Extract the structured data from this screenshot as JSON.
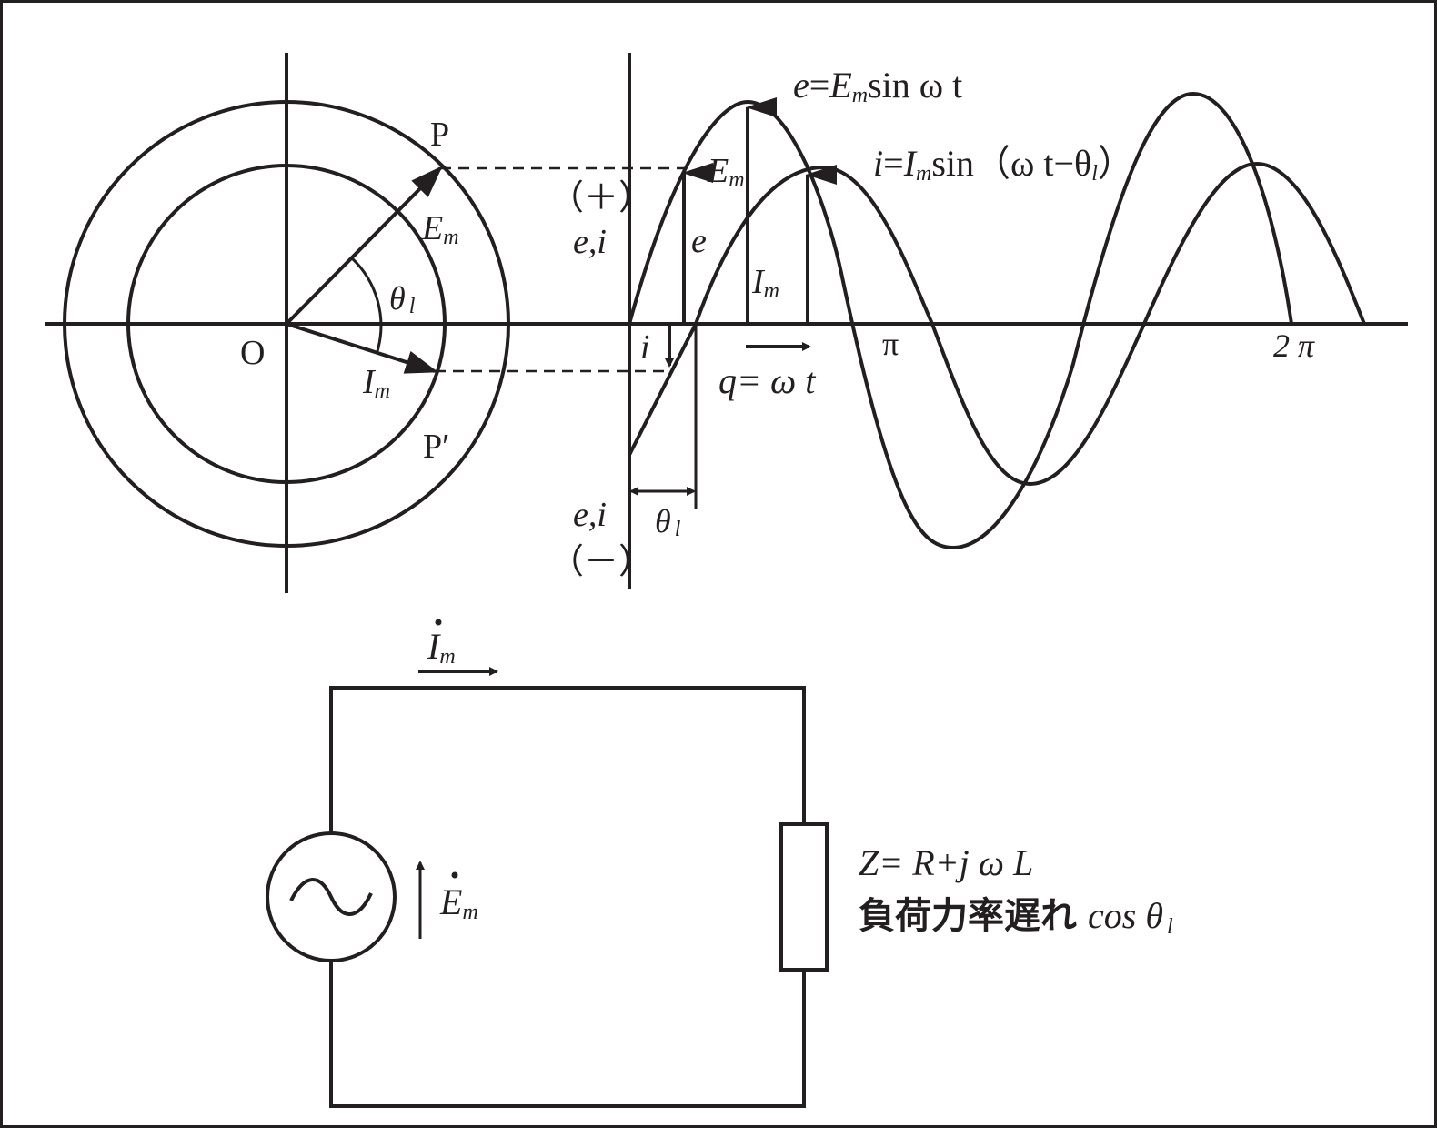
{
  "phasor": {
    "origin_label": "O",
    "point_p": "P",
    "point_p_prime": "P′",
    "em_label": "E",
    "em_sub": "m",
    "im_label": "I",
    "im_sub": "m",
    "theta": "θ",
    "theta_sub": "l"
  },
  "waveform": {
    "e_equation": {
      "lhs": "e",
      "eq": "=",
      "E": "E",
      "sub": "m",
      "rest": "sin ω t"
    },
    "i_equation": {
      "lhs": "i",
      "eq": "=",
      "I": "I",
      "sub": "m",
      "rest": "sin（ω t−θ",
      "sub2": "l",
      "close": "）"
    },
    "plus_sign": "（＋）",
    "minus_sign": "（－）",
    "ei_upper": "e,i",
    "ei_lower": "e,i",
    "e_arrow_label": "e",
    "i_arrow_label": "i",
    "em_peak_label": "E",
    "em_peak_sub": "m",
    "im_peak_label": "I",
    "im_peak_sub": "m",
    "pi_label": "π",
    "two_pi_label": "2 π",
    "angle_label": "q= ω t",
    "theta_gap": "θ",
    "theta_gap_sub": "l"
  },
  "circuit": {
    "current_label": "I",
    "current_sub": "m",
    "source_label": "E",
    "source_sub": "m",
    "impedance": "Z= R+j ω L",
    "load_text": "負荷力率遅れ",
    "load_cos": "cos θ",
    "load_sub": "l",
    "source_icon": "ac-source-icon"
  }
}
